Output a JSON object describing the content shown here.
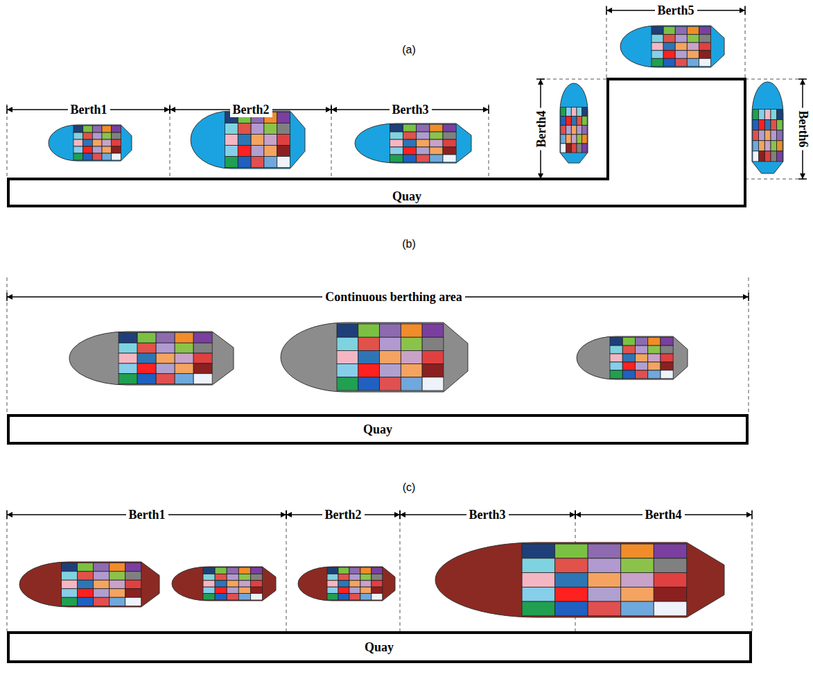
{
  "diagram": {
    "nodes": [
      {
        "text": [
          "Quay"
        ]
      },
      {
        "text": [
          "Quay"
        ]
      },
      {
        "text": [
          "Quay"
        ]
      }
    ],
    "labels": [
      "(a)",
      "Berth1",
      "Berth2",
      "Berth3",
      "Berth4",
      "Berth5",
      "Berth6",
      "(b)",
      "Continuous berthing area",
      "(c)",
      "Berth1",
      "Berth2",
      "Berth3",
      "Berth4"
    ]
  }
}
